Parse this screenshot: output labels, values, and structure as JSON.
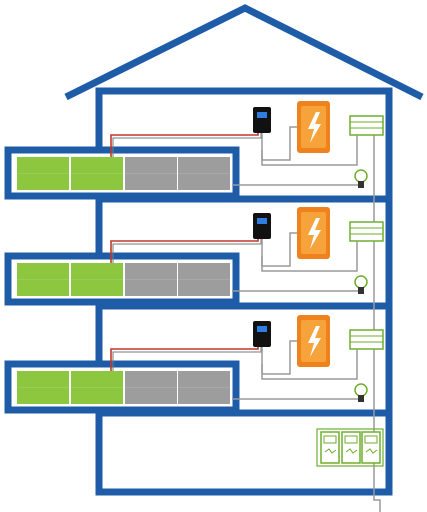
{
  "diagram": {
    "floors": [
      {
        "panels": [
          {
            "state": "active"
          },
          {
            "state": "active"
          },
          {
            "state": "inactive"
          },
          {
            "state": "inactive"
          }
        ]
      },
      {
        "panels": [
          {
            "state": "active"
          },
          {
            "state": "active"
          },
          {
            "state": "inactive"
          },
          {
            "state": "inactive"
          }
        ]
      },
      {
        "panels": [
          {
            "state": "active"
          },
          {
            "state": "active"
          },
          {
            "state": "inactive"
          },
          {
            "state": "inactive"
          }
        ]
      }
    ],
    "icons": {
      "inverter": "inverter-icon",
      "battery": "battery-lightning-icon",
      "distribution_board": "distribution-board-icon",
      "plug": "plug-icon",
      "meter_cabinet": "meter-cabinet-icon"
    },
    "colors": {
      "structure": "#1f5ca8",
      "panel_active": "#8dc63f",
      "panel_inactive": "#9d9d9d",
      "battery": "#f0821e",
      "cable_dc_red": "#c0392b",
      "cable_grey": "#9a9a9a",
      "device_green": "#6fae2e"
    }
  }
}
